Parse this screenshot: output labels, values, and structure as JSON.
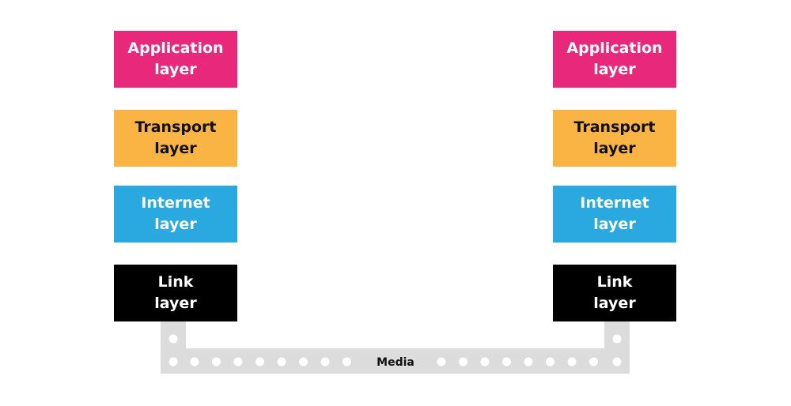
{
  "colors": {
    "application": "#e8297b",
    "transport": "#fab444",
    "internet": "#2aa9e0",
    "link": "#000000",
    "media": "#dcdcdc",
    "media_dot": "#ffffff"
  },
  "left_stack": {
    "application": "Application\nlayer",
    "transport": "Transport\nlayer",
    "internet": "Internet\nlayer",
    "link": "Link\nlayer"
  },
  "right_stack": {
    "application": "Application\nlayer",
    "transport": "Transport\nlayer",
    "internet": "Internet\nlayer",
    "link": "Link\nlayer"
  },
  "media": {
    "label": "Media"
  }
}
